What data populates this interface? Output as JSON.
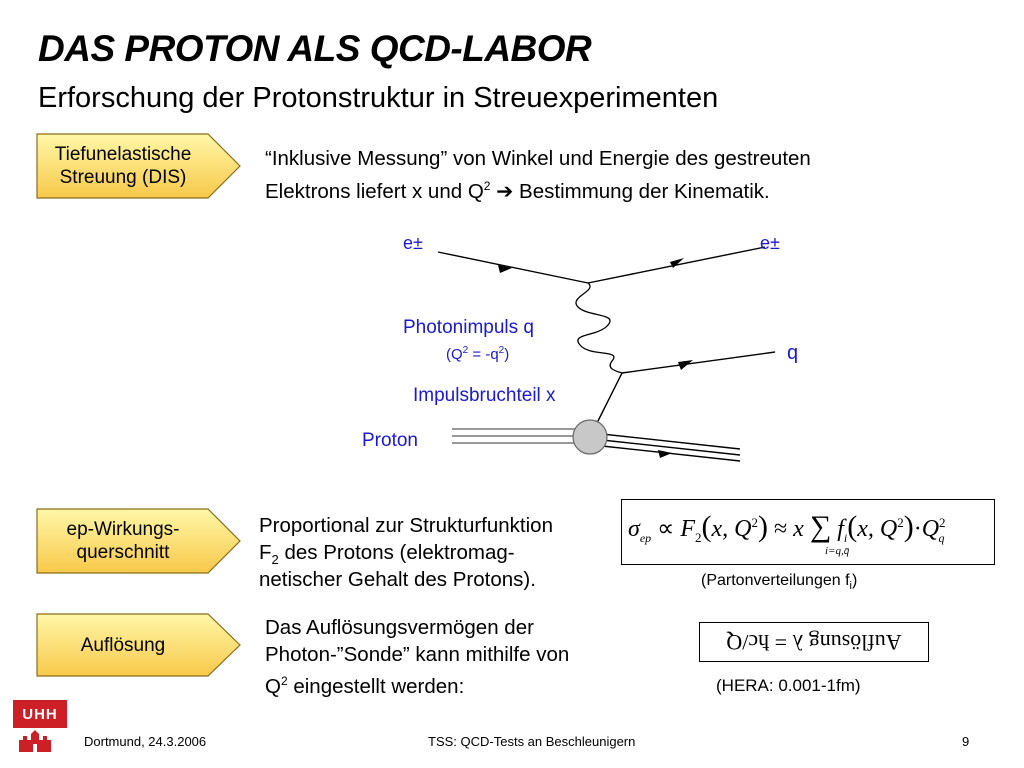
{
  "title": "DAS PROTON ALS QCD-LABOR",
  "subtitle": "Erforschung der Protonstruktur in Streuexperimenten",
  "boxes": {
    "dis": {
      "line1": "Tiefunelastische",
      "line2": "Streuung (DIS)"
    },
    "ep": {
      "line1": "ep-Wirkungs-",
      "line2": "querschnitt"
    },
    "aufl": {
      "line1": "Auflösung"
    }
  },
  "intro": {
    "line1": "“Inklusive Messung” von Winkel und Energie des gestreuten",
    "line2_pre": "Elektrons liefert x und Q",
    "line2_sup": "2",
    "line2_arrow": "➔",
    "line2_post": "Bestimmung der Kinematik."
  },
  "diagram": {
    "e_in": "e±",
    "e_out": "e±",
    "photon_label": "Photonimpuls q",
    "q2_pre": "(Q",
    "q2_sup1": "2",
    "q2_mid": " = -q",
    "q2_sup2": "2",
    "q2_post": ")",
    "quark": "q",
    "fraction_label": "Impulsbruchteil x",
    "proton_label": "Proton"
  },
  "ep_text": {
    "line1": "Proportional zur Strukturfunktion",
    "line2_pre": "F",
    "line2_sub": "2",
    "line2_post": " des Protons (elektromag-",
    "line3": "netischer Gehalt des Protons)."
  },
  "formula1": {
    "sigma": "σ",
    "sigma_sub": "ep",
    "propto": "∝",
    "F": "F",
    "F_sub": "2",
    "args": "x, Q",
    "sup2": "2",
    "approx": "≈",
    "x": "x",
    "sum": "∑",
    "sum_sub": "i=q,q̄",
    "f": "f",
    "f_sub": "i",
    "dot": "·",
    "Q": "Q",
    "Q_sub": "q"
  },
  "parton_note": {
    "pre": "(Partonverteilungen f",
    "sub": "i",
    "post": ")"
  },
  "aufl_text": {
    "line1": "Das Auflösungsvermögen der",
    "line2": "Photon-”Sonde” kann mithilfe von",
    "line3_pre": "Q",
    "line3_sup": "2",
    "line3_post": " eingestellt werden:"
  },
  "formula2": {
    "text": "Auflösung λ = ħc/Q"
  },
  "hera_note": "(HERA: 0.001-1fm)",
  "footer": {
    "logo": "UHH",
    "date": "Dortmund, 24.3.2006",
    "talk": "TSS: QCD-Tests an Beschleunigern",
    "page": "9"
  },
  "colors": {
    "accent_blue": "#1a1acc",
    "box_fill_top": "#fff7a8",
    "box_fill_bottom": "#f7c94a",
    "logo_red": "#cc1f26"
  }
}
